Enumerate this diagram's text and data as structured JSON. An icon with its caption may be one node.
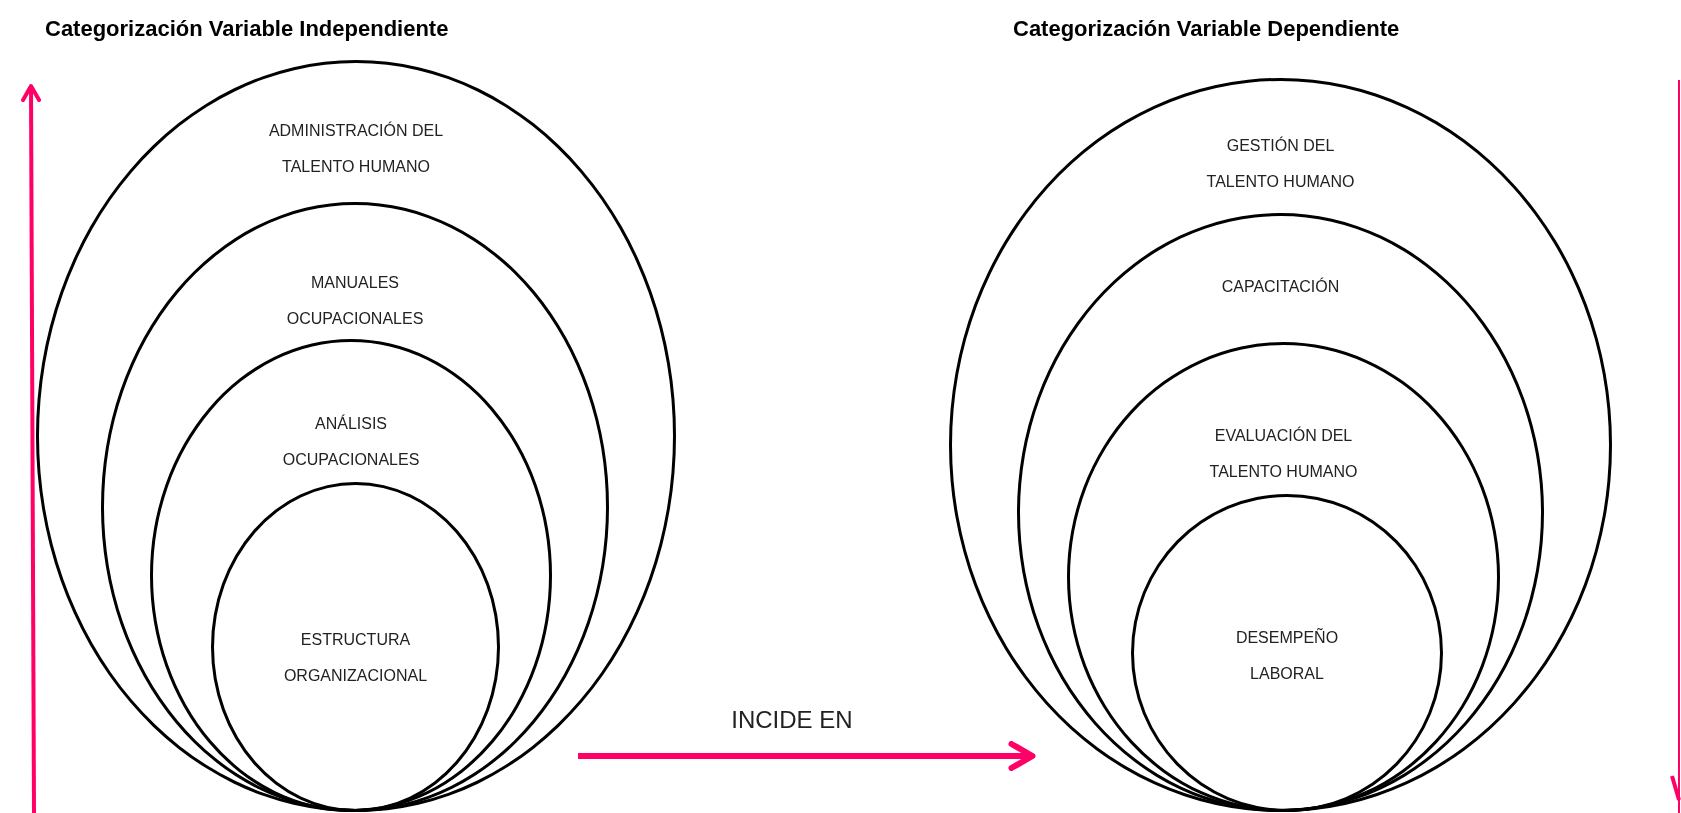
{
  "diagram": {
    "nodes": [
      {
        "text": [
          "ADMINISTRACIÓN DEL TALENTO HUMANO"
        ]
      },
      {
        "text": [
          "MANUALES OCUPACIONALES"
        ],
        "in": 0
      },
      {
        "text": [
          "ANÁLISIS OCUPACIONALES"
        ],
        "in": 1
      },
      {
        "text": [
          "ESTRUCTURA ORGANIZACIONAL"
        ],
        "in": 2
      },
      {
        "text": [
          "GESTIÓN DEL TALENTO HUMANO"
        ]
      },
      {
        "text": [
          "CAPACITACIÓN"
        ],
        "in": 4
      },
      {
        "text": [
          "EVALUACIÓN DEL TALENTO HUMANO"
        ],
        "in": 5
      },
      {
        "text": [
          "DESEMPEÑO LABORAL"
        ],
        "in": 6
      }
    ],
    "edges": [
      {
        "from": 0,
        "to": 4,
        "arrow": "to",
        "label": "INCIDE EN",
        "color": "#ff0066"
      }
    ],
    "labels": [
      "Categorización Variable Independiente",
      "Categorización Variable Dependiente"
    ]
  }
}
